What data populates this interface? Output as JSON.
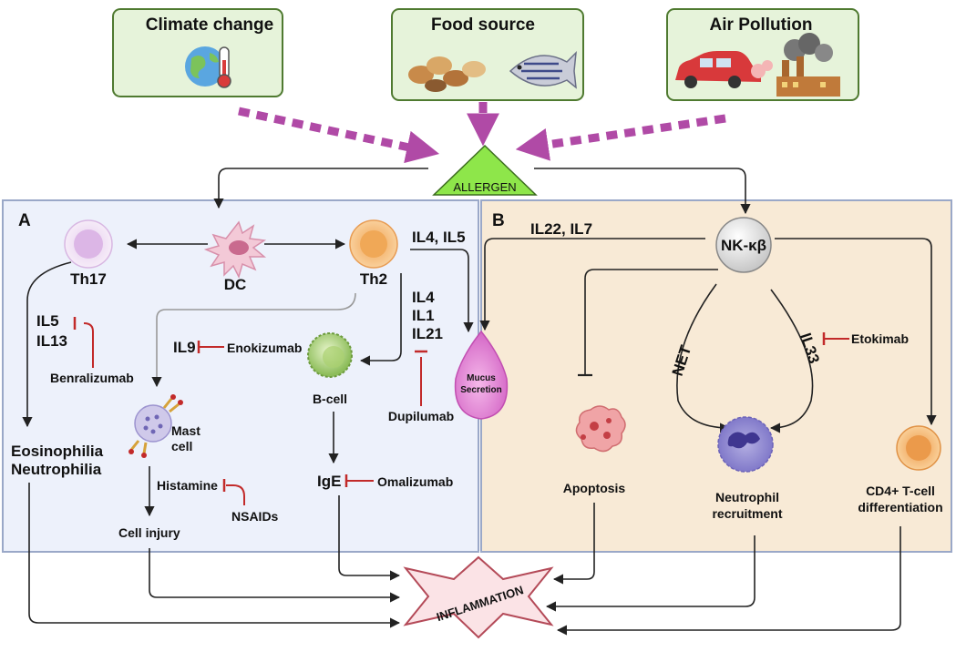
{
  "sources": {
    "climate": "Climate change",
    "food": "Food source",
    "air": "Air Pollution"
  },
  "allergen": "ALLERGEN",
  "panel_a": {
    "letter": "A",
    "th17": "Th17",
    "dc": "DC",
    "th2": "Th2",
    "il4_il5": "IL4, IL5",
    "il5": "IL5",
    "il13": "IL13",
    "benralizumab": "Benralizumab",
    "il9": "IL9",
    "enokizumab": "Enokizumab",
    "il4": "IL4",
    "il1": "IL1",
    "il21": "IL21",
    "bcell": "B-cell",
    "dupilumab": "Dupilumab",
    "mucus_1": "Mucus",
    "mucus_2": "Secretion",
    "mast_1": "Mast",
    "mast_2": "cell",
    "eos": "Eosinophilia",
    "neut": "Neutrophilia",
    "histamine": "Histamine",
    "nsaids": "NSAIDs",
    "ige": "IgE",
    "omalizumab": "Omalizumab",
    "cell_injury": "Cell injury"
  },
  "panel_b": {
    "letter": "B",
    "il22_il7": "IL22, IL7",
    "nfkb": "NK-κβ",
    "net": "NET",
    "il33": "IL33",
    "etokimab": "Etokimab",
    "apoptosis": "Apoptosis",
    "neutrophil_1": "Neutrophil",
    "neutrophil_2": "recruitment",
    "cd4_1": "CD4+ T-cell",
    "cd4_2": "differentiation"
  },
  "inflammation": "INFLAMMATION",
  "colors": {
    "panel_a_bg": "#edf1fb",
    "panel_b_bg": "#f8ead6",
    "panel_border": "#9aa8c8",
    "source_bg": "#e6f3da",
    "source_border": "#4f7a30",
    "allergen_fill": "#8ee64a",
    "dashed_arrow": "#b04aa6",
    "inhibitor": "#c22a2a",
    "inflammation_fill": "#fbe3e6"
  }
}
